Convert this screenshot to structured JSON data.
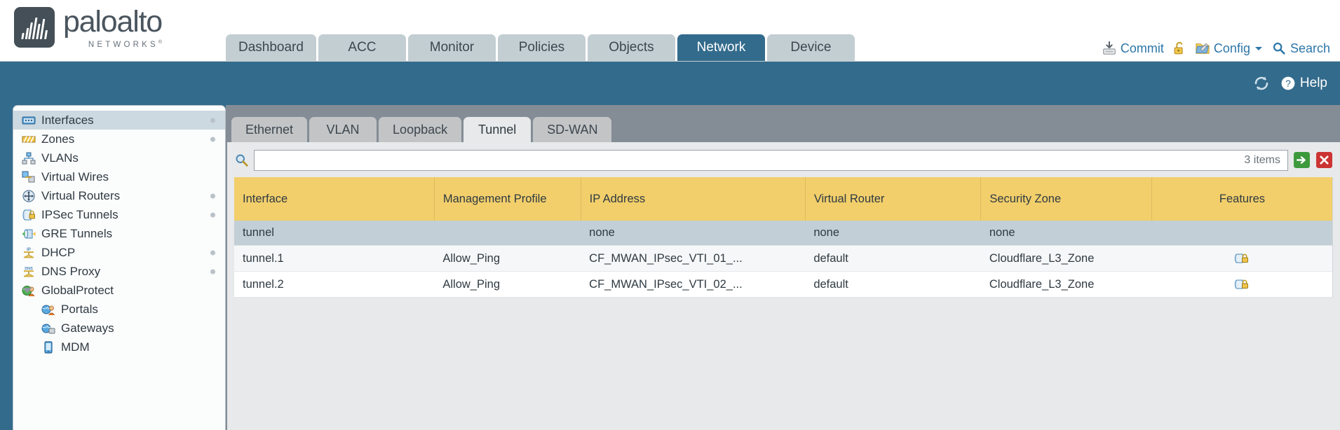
{
  "brand": {
    "name": "paloalto",
    "sub": "NETWORKS",
    "sup": "®"
  },
  "mainnav": {
    "tabs": [
      {
        "label": "Dashboard",
        "active": false
      },
      {
        "label": "ACC",
        "active": false
      },
      {
        "label": "Monitor",
        "active": false
      },
      {
        "label": "Policies",
        "active": false
      },
      {
        "label": "Objects",
        "active": false
      },
      {
        "label": "Network",
        "active": true
      },
      {
        "label": "Device",
        "active": false
      }
    ]
  },
  "toolbar": {
    "commit_label": "Commit",
    "config_label": "Config",
    "search_label": "Search",
    "lock_icon": "padlock-icon",
    "commit_icon": "commit-save-icon",
    "config_icon": "config-folder-key-icon",
    "search_icon": "search-magnifier-icon",
    "chevron_icon": "chevron-down-icon"
  },
  "band": {
    "help_label": "Help",
    "refresh_icon": "refresh-icon",
    "help_icon": "help-circle-icon"
  },
  "sidebar": {
    "items": [
      {
        "label": "Interfaces",
        "icon": "interfaces-icon",
        "selected": true,
        "dot": true,
        "child": false,
        "caret": false
      },
      {
        "label": "Zones",
        "icon": "zones-icon",
        "selected": false,
        "dot": true,
        "child": false,
        "caret": false
      },
      {
        "label": "VLANs",
        "icon": "vlans-icon",
        "selected": false,
        "dot": false,
        "child": false,
        "caret": false
      },
      {
        "label": "Virtual Wires",
        "icon": "virtual-wires-icon",
        "selected": false,
        "dot": false,
        "child": false,
        "caret": false
      },
      {
        "label": "Virtual Routers",
        "icon": "virtual-routers-icon",
        "selected": false,
        "dot": true,
        "child": false,
        "caret": false
      },
      {
        "label": "IPSec Tunnels",
        "icon": "ipsec-tunnels-icon",
        "selected": false,
        "dot": true,
        "child": false,
        "caret": false
      },
      {
        "label": "GRE Tunnels",
        "icon": "gre-tunnels-icon",
        "selected": false,
        "dot": false,
        "child": false,
        "caret": false
      },
      {
        "label": "DHCP",
        "icon": "dhcp-icon",
        "selected": false,
        "dot": true,
        "child": false,
        "caret": false
      },
      {
        "label": "DNS Proxy",
        "icon": "dns-proxy-icon",
        "selected": false,
        "dot": true,
        "child": false,
        "caret": false
      },
      {
        "label": "GlobalProtect",
        "icon": "globalprotect-icon",
        "selected": false,
        "dot": false,
        "child": false,
        "caret": true
      },
      {
        "label": "Portals",
        "icon": "portals-icon",
        "selected": false,
        "dot": false,
        "child": true,
        "caret": false
      },
      {
        "label": "Gateways",
        "icon": "gateways-icon",
        "selected": false,
        "dot": false,
        "child": true,
        "caret": false
      },
      {
        "label": "MDM",
        "icon": "mdm-icon",
        "selected": false,
        "dot": false,
        "child": true,
        "caret": false
      }
    ]
  },
  "subtabs": [
    {
      "label": "Ethernet",
      "active": false
    },
    {
      "label": "VLAN",
      "active": false
    },
    {
      "label": "Loopback",
      "active": false
    },
    {
      "label": "Tunnel",
      "active": true
    },
    {
      "label": "SD-WAN",
      "active": false
    }
  ],
  "search": {
    "value": "",
    "placeholder": "",
    "item_count": "3 items",
    "apply_icon": "apply-arrow-icon",
    "clear_icon": "clear-x-icon"
  },
  "table": {
    "columns": [
      "Interface",
      "Management Profile",
      "IP Address",
      "Virtual Router",
      "Security Zone",
      "Features"
    ],
    "rows": [
      {
        "interface": "tunnel",
        "management_profile": "",
        "ip_address": "none",
        "virtual_router": "none",
        "security_zone": "none",
        "features": "",
        "selected": true
      },
      {
        "interface": "tunnel.1",
        "management_profile": "Allow_Ping",
        "ip_address": "CF_MWAN_IPsec_VTI_01_...",
        "virtual_router": "default",
        "security_zone": "Cloudflare_L3_Zone",
        "features": "lock-feature-icon",
        "selected": false
      },
      {
        "interface": "tunnel.2",
        "management_profile": "Allow_Ping",
        "ip_address": "CF_MWAN_IPsec_VTI_02_...",
        "virtual_router": "default",
        "security_zone": "Cloudflare_L3_Zone",
        "features": "lock-feature-icon",
        "selected": false
      }
    ]
  },
  "colors": {
    "brand_blue": "#336b8c",
    "header_gold": "#f2cf6b",
    "link_blue": "#2d76a8",
    "tab_gray": "#c3ced3",
    "panel_gray": "#e7e9ea"
  }
}
